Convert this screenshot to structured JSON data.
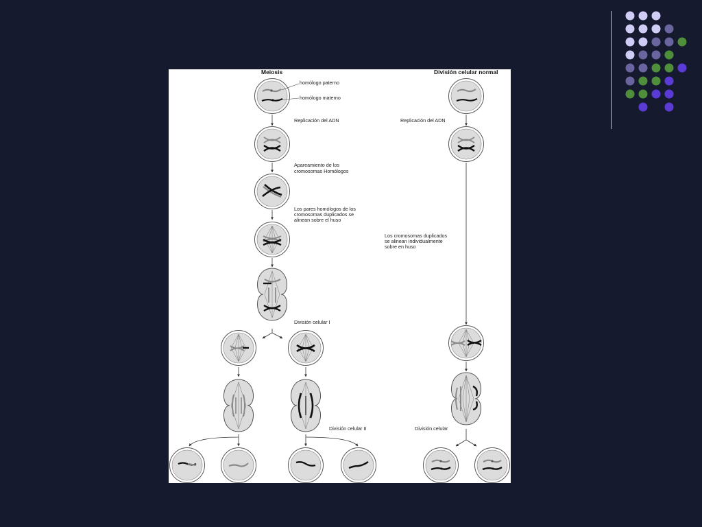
{
  "headers": {
    "meiosis": "Meiosis",
    "normal": "División celular normal"
  },
  "labels": {
    "paternal": "homólogo paterno",
    "maternal": "homólogo materno",
    "replication_left": "Replicación del ADN",
    "replication_right": "Replicación del ADN",
    "pairing": [
      "Apareamiento de los",
      "cromosomas Homólogos"
    ],
    "align_pairs": [
      "Los pares homólogos de los",
      "cromosomas duplicados se",
      "alinean sobre el huso"
    ],
    "align_individual": [
      "Los cromosomas duplicados",
      "se alinean individualmente",
      "sobre en huso"
    ],
    "division_1": "División celular I",
    "division_2": "División celular II",
    "division_normal": "División celular"
  },
  "colors": {
    "background": "#151a2e",
    "dot_light": "#cfcdf5",
    "dot_mid": "#6a659f",
    "dot_green": "#4f8f3c",
    "dot_violet": "#5b3bd6",
    "cell_fill": "#dcdcdc",
    "cell_stroke": "#555555",
    "paternal_chromosome": "#8a8a8a",
    "maternal_chromosome": "#111111"
  }
}
